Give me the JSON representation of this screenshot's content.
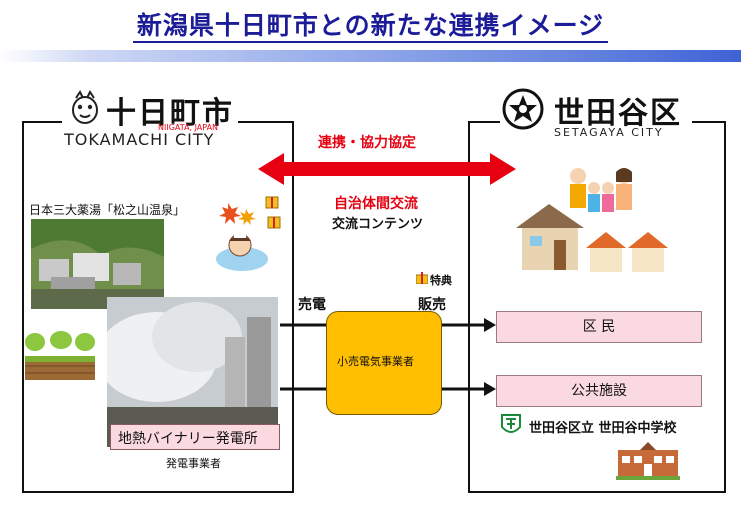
{
  "title": "新潟県十日町市との新たな連携イメージ",
  "tokamachi": {
    "name": "十日町市",
    "sub_small": "NIIGATA, JAPAN",
    "sub_large": "TOKAMACHI CITY",
    "onsen_label": "日本三大薬湯「松之山温泉」",
    "plant_label": "地熱バイナリー発電所",
    "operator_label": "発電事業者"
  },
  "setagaya": {
    "name": "世田谷区",
    "sub": "SETAGAYA CITY",
    "school_label": "世田谷区立 世田谷中学校"
  },
  "center": {
    "cooperation_label": "連携・協力協定",
    "exchange_label": "自治体間交流",
    "content_label": "交流コンテンツ",
    "tokuten_label": "特典",
    "baiden_label": "売電",
    "hanbai_label": "販売",
    "retailer_label": "小売電気事業者"
  },
  "destinations": {
    "residents": "区 民",
    "public_facilities": "公共施設"
  },
  "colors": {
    "title": "#1c1c99",
    "arrow_red": "#e60012",
    "retailer_fill": "#ffbf00",
    "destination_fill": "#fbd9e0"
  }
}
